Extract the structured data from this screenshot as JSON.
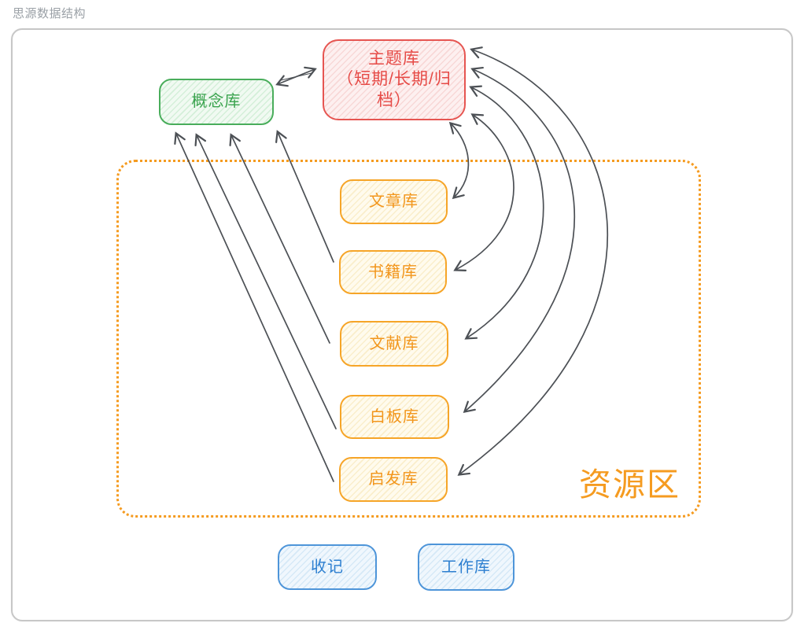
{
  "title": "思源数据结构",
  "diagram": {
    "concept": {
      "label": "概念库"
    },
    "theme": {
      "line1": "主题库",
      "line2": "（短期/长期/归档）"
    },
    "resource_zone": {
      "label": "资源区",
      "items": [
        {
          "label": "文章库"
        },
        {
          "label": "书籍库"
        },
        {
          "label": "文献库"
        },
        {
          "label": "白板库"
        },
        {
          "label": "启发库"
        }
      ]
    },
    "bottom": {
      "collect": "收记",
      "work": "工作库"
    },
    "edges": [
      {
        "from": "概念库",
        "to": "主题库",
        "bidirectional": true
      },
      {
        "from": "文章库",
        "to": "主题库",
        "bidirectional": true
      },
      {
        "from": "书籍库",
        "to": "主题库",
        "bidirectional": true
      },
      {
        "from": "文献库",
        "to": "主题库",
        "bidirectional": true
      },
      {
        "from": "白板库",
        "to": "主题库",
        "bidirectional": true
      },
      {
        "from": "启发库",
        "to": "主题库",
        "bidirectional": true
      },
      {
        "from": "书籍库",
        "to": "概念库",
        "bidirectional": false
      },
      {
        "from": "文献库",
        "to": "概念库",
        "bidirectional": false
      },
      {
        "from": "白板库",
        "to": "概念库",
        "bidirectional": false
      },
      {
        "from": "启发库",
        "to": "概念库",
        "bidirectional": false
      }
    ]
  },
  "colors": {
    "green": "#49ad5b",
    "red": "#e65551",
    "orange": "#f59b20",
    "blue": "#4e95d9",
    "arrow": "#4c5055",
    "title": "#9aa0a6"
  }
}
